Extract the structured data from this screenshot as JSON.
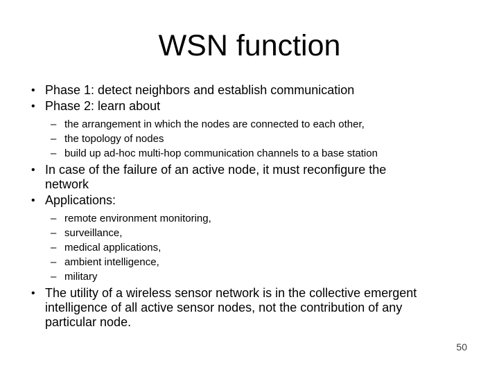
{
  "slide": {
    "title": "WSN function",
    "page_number": "50",
    "colors": {
      "background": "#ffffff",
      "text": "#000000",
      "page_number_text": "#3d3d3d"
    },
    "bullets": [
      {
        "level": 1,
        "marker": "•",
        "lines": [
          "Phase 1: detect neighbors and establish communication"
        ]
      },
      {
        "level": 1,
        "marker": "•",
        "lines": [
          "Phase 2: learn about"
        ]
      },
      {
        "level": 2,
        "marker": "–",
        "lines": [
          "the arrangement in which the nodes are connected to each other,"
        ]
      },
      {
        "level": 2,
        "marker": "–",
        "lines": [
          "the topology of nodes"
        ]
      },
      {
        "level": 2,
        "marker": "–",
        "lines": [
          "build up ad-hoc multi-hop communication channels to a base station"
        ]
      },
      {
        "level": 1,
        "marker": "•",
        "lines": [
          "In case of the failure of an active node, it must reconfigure the",
          "network"
        ]
      },
      {
        "level": 1,
        "marker": "•",
        "lines": [
          "Applications:"
        ]
      },
      {
        "level": 2,
        "marker": "–",
        "lines": [
          "remote environment monitoring,"
        ]
      },
      {
        "level": 2,
        "marker": "–",
        "lines": [
          "surveillance,"
        ]
      },
      {
        "level": 2,
        "marker": "–",
        "lines": [
          "medical applications,"
        ]
      },
      {
        "level": 2,
        "marker": "–",
        "lines": [
          "ambient intelligence,"
        ]
      },
      {
        "level": 2,
        "marker": "–",
        "lines": [
          "military"
        ]
      },
      {
        "level": 1,
        "marker": "•",
        "lines": [
          "The utility of a wireless sensor network is in the collective emergent",
          "intelligence of all active sensor nodes, not the contribution of any",
          "particular node."
        ]
      }
    ]
  }
}
